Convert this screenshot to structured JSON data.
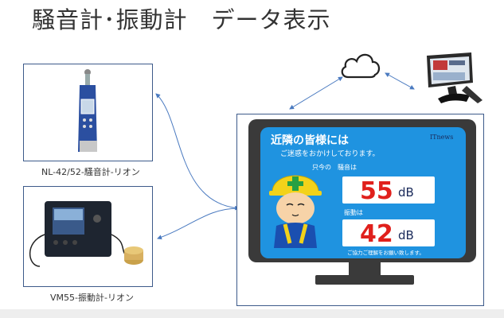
{
  "title": "騒音計･振動計　データ表示",
  "devices": [
    {
      "caption": "NL-42/52-騒音計-リオン"
    },
    {
      "caption": "VM55-振動計-リオン"
    }
  ],
  "sign": {
    "heading": "近隣の皆様には",
    "subheading": "ご迷惑をおかけしております。",
    "brand": "ITnews",
    "now_label": "只今の",
    "noise_label": "騒音は",
    "noise_value": "55",
    "noise_unit": "dB",
    "vibration_label": "振動は",
    "vibration_value": "42",
    "vibration_unit": "dB",
    "footer": "ご協力ご理解をお願い致します。"
  },
  "icons": [
    "cloud-icon",
    "desktop-computer-icon"
  ],
  "colors": {
    "sign_bg": "#1f93e0",
    "value_red": "#e0201c",
    "frame": "#3d5a8a"
  }
}
